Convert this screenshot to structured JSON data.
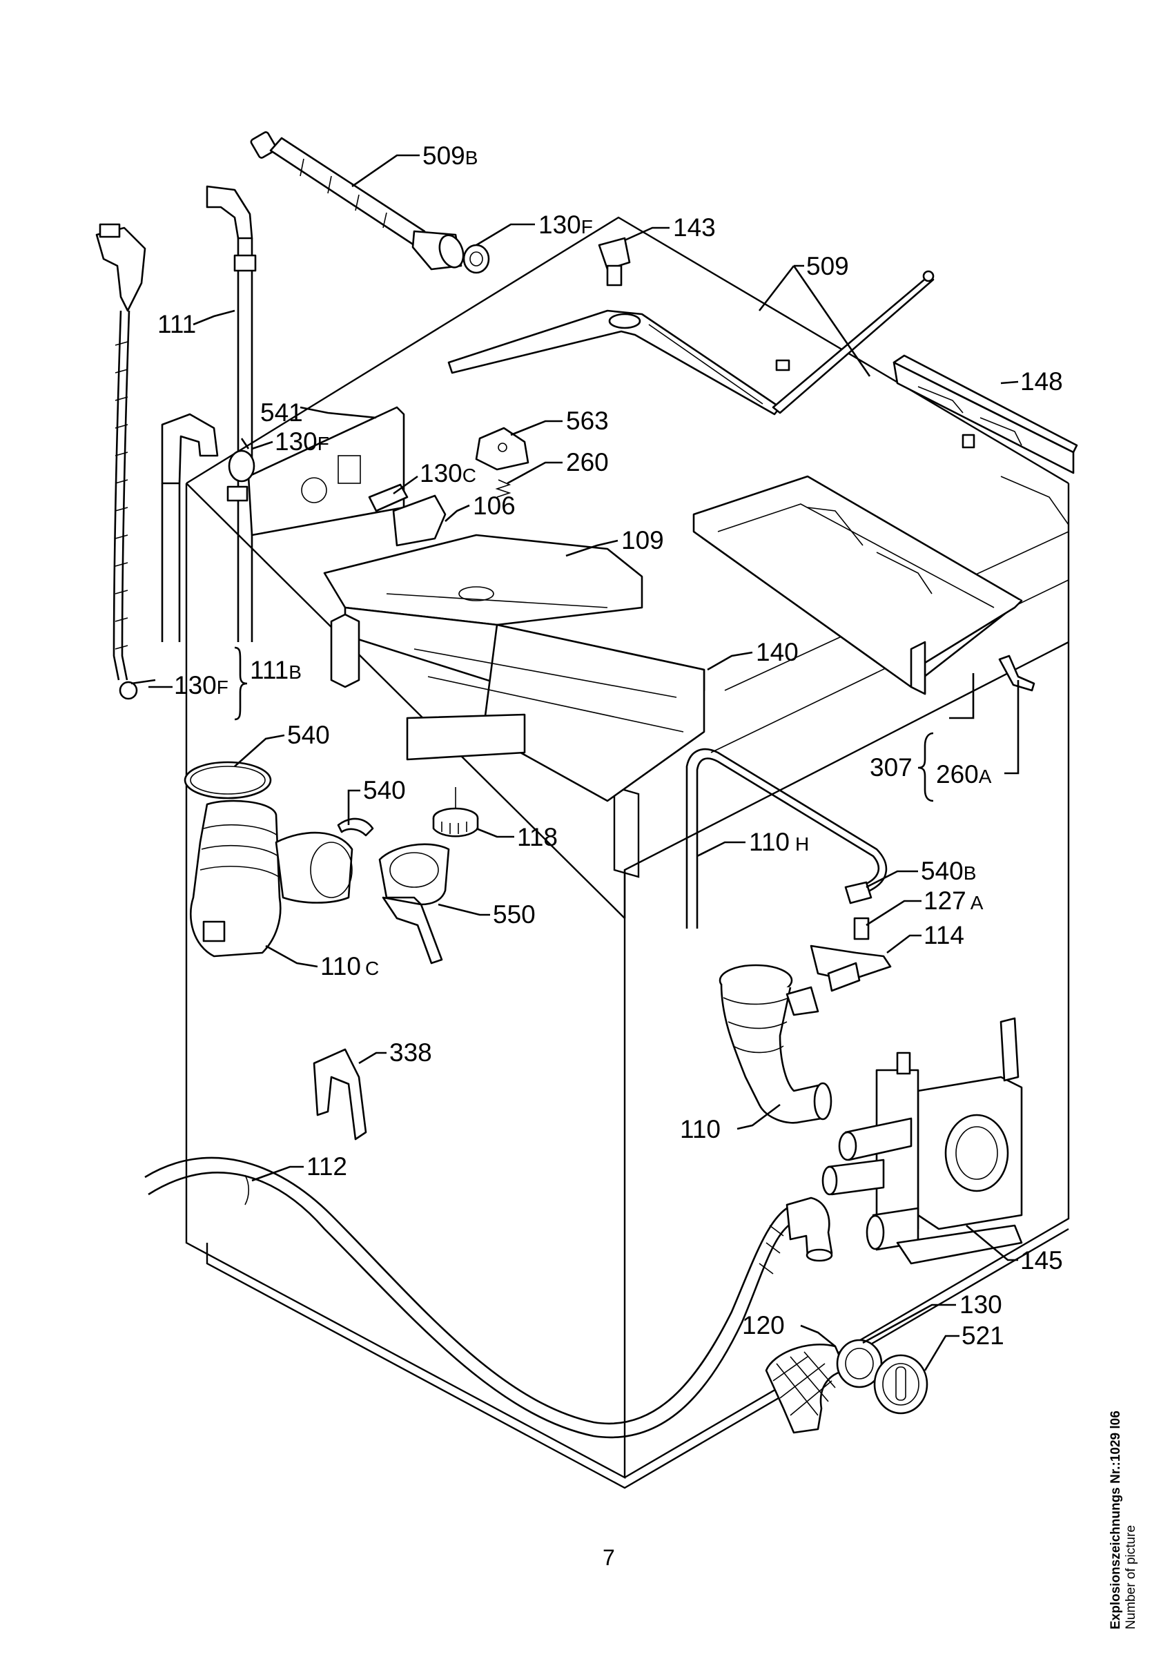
{
  "parts": [
    {
      "id": "509B",
      "num": "509",
      "suffix": "B"
    },
    {
      "id": "130F_a",
      "num": "130",
      "suffix": "F"
    },
    {
      "id": "143",
      "num": "143",
      "suffix": ""
    },
    {
      "id": "509",
      "num": "509",
      "suffix": ""
    },
    {
      "id": "111",
      "num": "111",
      "suffix": ""
    },
    {
      "id": "148",
      "num": "148",
      "suffix": ""
    },
    {
      "id": "541",
      "num": "541",
      "suffix": ""
    },
    {
      "id": "563",
      "num": "563",
      "suffix": ""
    },
    {
      "id": "130F_b",
      "num": "130",
      "suffix": "F"
    },
    {
      "id": "260",
      "num": "260",
      "suffix": ""
    },
    {
      "id": "130C",
      "num": "130",
      "suffix": "C"
    },
    {
      "id": "106",
      "num": "106",
      "suffix": ""
    },
    {
      "id": "109",
      "num": "109",
      "suffix": ""
    },
    {
      "id": "140",
      "num": "140",
      "suffix": ""
    },
    {
      "id": "130F_c",
      "num": "130",
      "suffix": "F"
    },
    {
      "id": "111B",
      "num": "111",
      "suffix": "B"
    },
    {
      "id": "540_a",
      "num": "540",
      "suffix": ""
    },
    {
      "id": "307",
      "num": "307",
      "suffix": ""
    },
    {
      "id": "260A",
      "num": "260",
      "suffix": "A"
    },
    {
      "id": "540_b",
      "num": "540",
      "suffix": ""
    },
    {
      "id": "118",
      "num": "118",
      "suffix": ""
    },
    {
      "id": "110H",
      "num": "110",
      "suffix": "H"
    },
    {
      "id": "540B",
      "num": "540",
      "suffix": "B"
    },
    {
      "id": "127A",
      "num": "127",
      "suffix": "A"
    },
    {
      "id": "550",
      "num": "550",
      "suffix": ""
    },
    {
      "id": "114",
      "num": "114",
      "suffix": ""
    },
    {
      "id": "110C",
      "num": "110",
      "suffix": "C"
    },
    {
      "id": "338",
      "num": "338",
      "suffix": ""
    },
    {
      "id": "110",
      "num": "110",
      "suffix": ""
    },
    {
      "id": "112",
      "num": "112",
      "suffix": ""
    },
    {
      "id": "145",
      "num": "145",
      "suffix": ""
    },
    {
      "id": "130",
      "num": "130",
      "suffix": ""
    },
    {
      "id": "120",
      "num": "120",
      "suffix": ""
    },
    {
      "id": "521",
      "num": "521",
      "suffix": ""
    }
  ],
  "page_number": "7",
  "caption": {
    "line1": "Explosionszeichnungs Nr.:1029 l06",
    "line2": "Number of picture"
  }
}
